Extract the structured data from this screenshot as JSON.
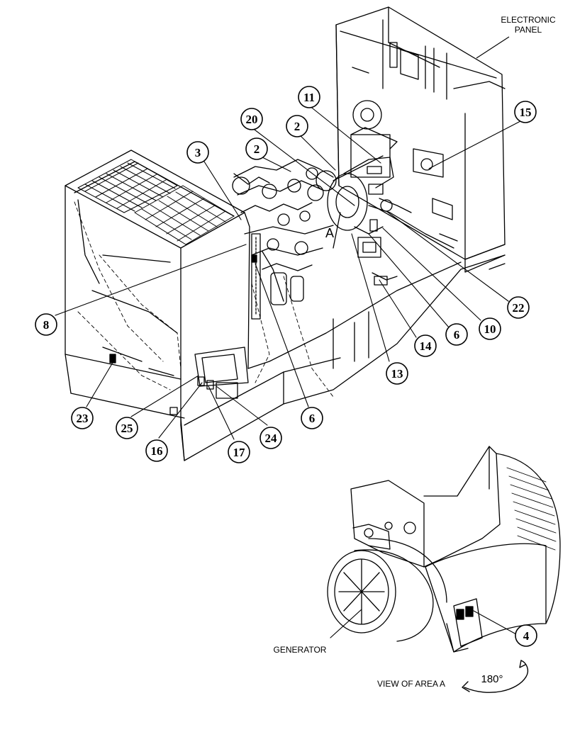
{
  "labels": {
    "electronic_panel_line1": "ELECTRONIC",
    "electronic_panel_line2": "PANEL",
    "area_letter": "A",
    "generator": "GENERATOR",
    "view_of_area": "VIEW OF AREA A",
    "rotation": "180°"
  },
  "callouts": [
    {
      "id": "c11",
      "number": "11"
    },
    {
      "id": "c20",
      "number": "20"
    },
    {
      "id": "c2a",
      "number": "2"
    },
    {
      "id": "c2b",
      "number": "2"
    },
    {
      "id": "c3",
      "number": "3"
    },
    {
      "id": "c15",
      "number": "15"
    },
    {
      "id": "c8",
      "number": "8"
    },
    {
      "id": "c22",
      "number": "22"
    },
    {
      "id": "c10",
      "number": "10"
    },
    {
      "id": "c6a",
      "number": "6"
    },
    {
      "id": "c14",
      "number": "14"
    },
    {
      "id": "c13",
      "number": "13"
    },
    {
      "id": "c23",
      "number": "23"
    },
    {
      "id": "c25",
      "number": "25"
    },
    {
      "id": "c6b",
      "number": "6"
    },
    {
      "id": "c24",
      "number": "24"
    },
    {
      "id": "c16",
      "number": "16"
    },
    {
      "id": "c17",
      "number": "17"
    },
    {
      "id": "c4",
      "number": "4"
    }
  ]
}
